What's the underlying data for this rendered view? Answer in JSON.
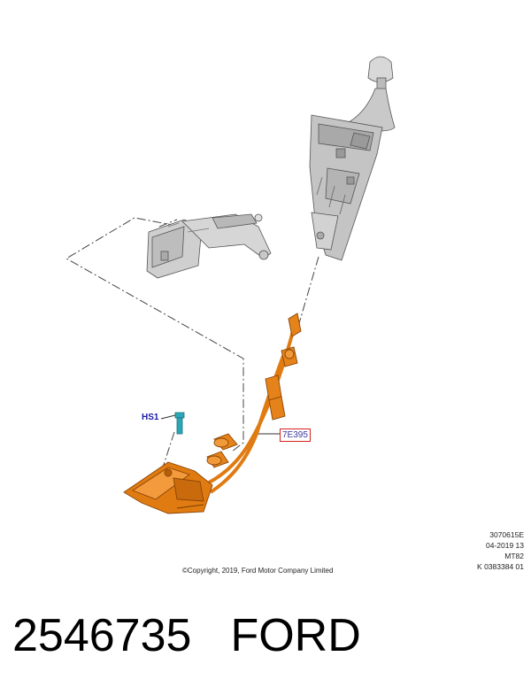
{
  "callouts": {
    "hs1": "HS1",
    "cable": "7E395"
  },
  "reference": {
    "code": "3070615E",
    "date": "04-2019 13",
    "model": "MT82",
    "ref": "K 0383384 01"
  },
  "copyright": "©Copyright, 2019, Ford Motor Company Limited",
  "part": {
    "number": "2546735",
    "brand": "FORD"
  },
  "colors": {
    "highlight": "#e07b12",
    "highlight_dark": "#9a4d05",
    "callout_text": "#1a1aa8",
    "callout_border": "#d42020",
    "fastener": "#2aa8b8",
    "gray_part": "#c8c8c8"
  }
}
